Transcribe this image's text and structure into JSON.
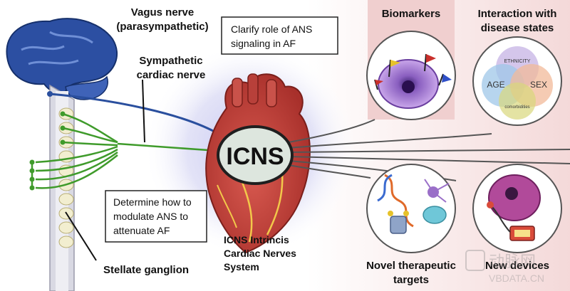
{
  "labels": {
    "vagus_line1": "Vagus nerve",
    "vagus_line2": "(parasympathetic)",
    "sympathetic_line1": "Sympathetic",
    "sympathetic_line2": "cardiac nerve",
    "stellate": "Stellate ganglion",
    "icns_center": "ICNS",
    "icns_full_line1": "ICNS Intrincis",
    "icns_full_line2": "Cardiac Nerves",
    "icns_full_line3": "System"
  },
  "boxes": {
    "clarify_line1": "Clarify role of ANS",
    "clarify_line2": "signaling in AF",
    "determine_line1": "Determine how to",
    "determine_line2": "modulate ANS to",
    "determine_line3": "attenuate AF"
  },
  "panels": {
    "biomarkers": "Biomarkers",
    "interaction_line1": "Interaction with",
    "interaction_line2": "disease states",
    "therapeutic_line1": "Novel therapeutic",
    "therapeutic_line2": "targets",
    "devices": "New devices"
  },
  "venn": {
    "ethnicity": "ETHNICITY",
    "age": "AGE",
    "sex": "SEX",
    "comorbidities": "comorbidities"
  },
  "watermark": {
    "cn": "动脉网",
    "url": "VBDATA.CN"
  },
  "colors": {
    "vagus": "#2a4f9e",
    "sympathetic": "#3f9b2b",
    "heart": "#c0413a",
    "panel_bg": "#f3dede",
    "cell": "#9a6fc8"
  }
}
